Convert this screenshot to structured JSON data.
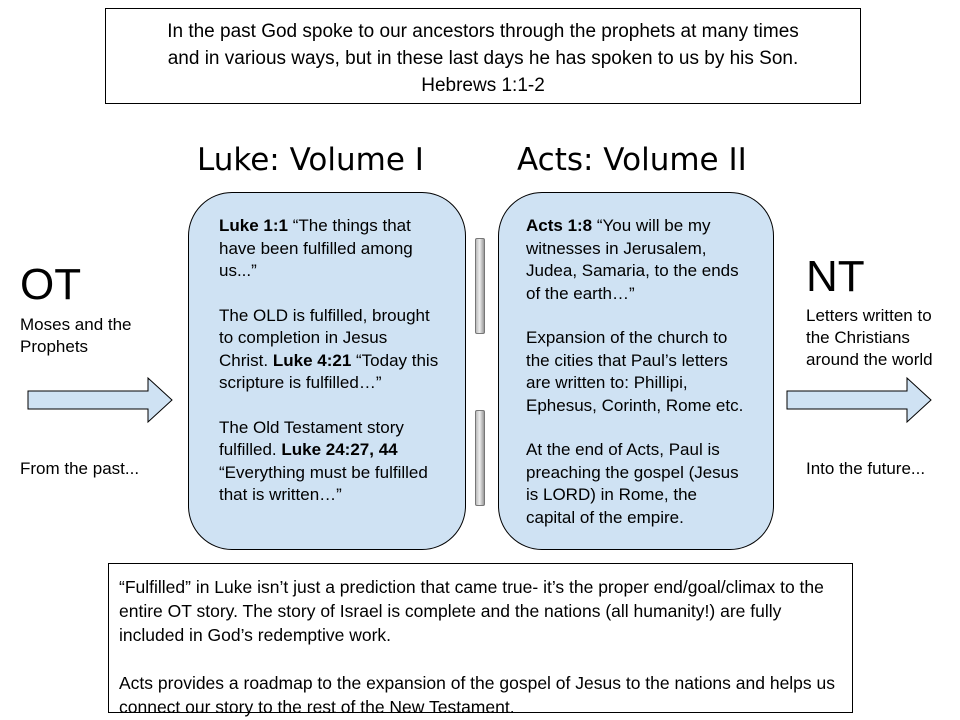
{
  "quote": {
    "line1": "In the past God spoke to our ancestors through the prophets at many times",
    "line2": "and in various ways, but in these last days he has spoken to us by his Son.",
    "ref": "Hebrews 1:1-2"
  },
  "luke": {
    "title": "Luke: Volume I",
    "p1_ref": "Luke 1:1",
    "p1_text": " “The things that have been fulfilled among us...”",
    "p2_text": "The OLD is fulfilled, brought to completion in Jesus Christ.  ",
    "p2_ref": "Luke 4:21",
    "p2_quote": " “Today this scripture is fulfilled…”",
    "p3_text": "The Old Testament story fulfilled.  ",
    "p3_ref": "Luke 24:27, 44",
    "p3_quote": " “Everything must be fulfilled that is written…”"
  },
  "acts": {
    "title": "Acts: Volume II",
    "p1_ref": "Acts 1:8",
    "p1_text": " “You will be my witnesses in Jerusalem, Judea, Samaria, to the ends of the earth…”",
    "p2_text": "Expansion of the church to the cities that Paul’s letters are written to: Phillipi, Ephesus, Corinth, Rome etc.",
    "p3_text": "At the end of Acts, Paul is preaching the gospel (Jesus is LORD) in Rome, the capital of the empire."
  },
  "ot": {
    "label": "OT",
    "sub": "Moses and the Prophets",
    "bottom": "From the past..."
  },
  "nt": {
    "label": "NT",
    "sub": "Letters written to the Christians around the world",
    "bottom": "Into the future..."
  },
  "bottom": {
    "p1": "“Fulfilled” in Luke isn’t just a prediction that came true- it’s the proper end/goal/climax to the entire OT story.  The story of Israel is complete and the nations (all humanity!) are fully included in God’s redemptive work.",
    "p2": "Acts provides a roadmap to the expansion of the gospel of Jesus to the nations and helps us connect our story to the rest of the New Testament."
  },
  "colors": {
    "panel_fill": "#cfe2f3",
    "arrow_fill": "#cfe2f3",
    "border": "#000000"
  }
}
